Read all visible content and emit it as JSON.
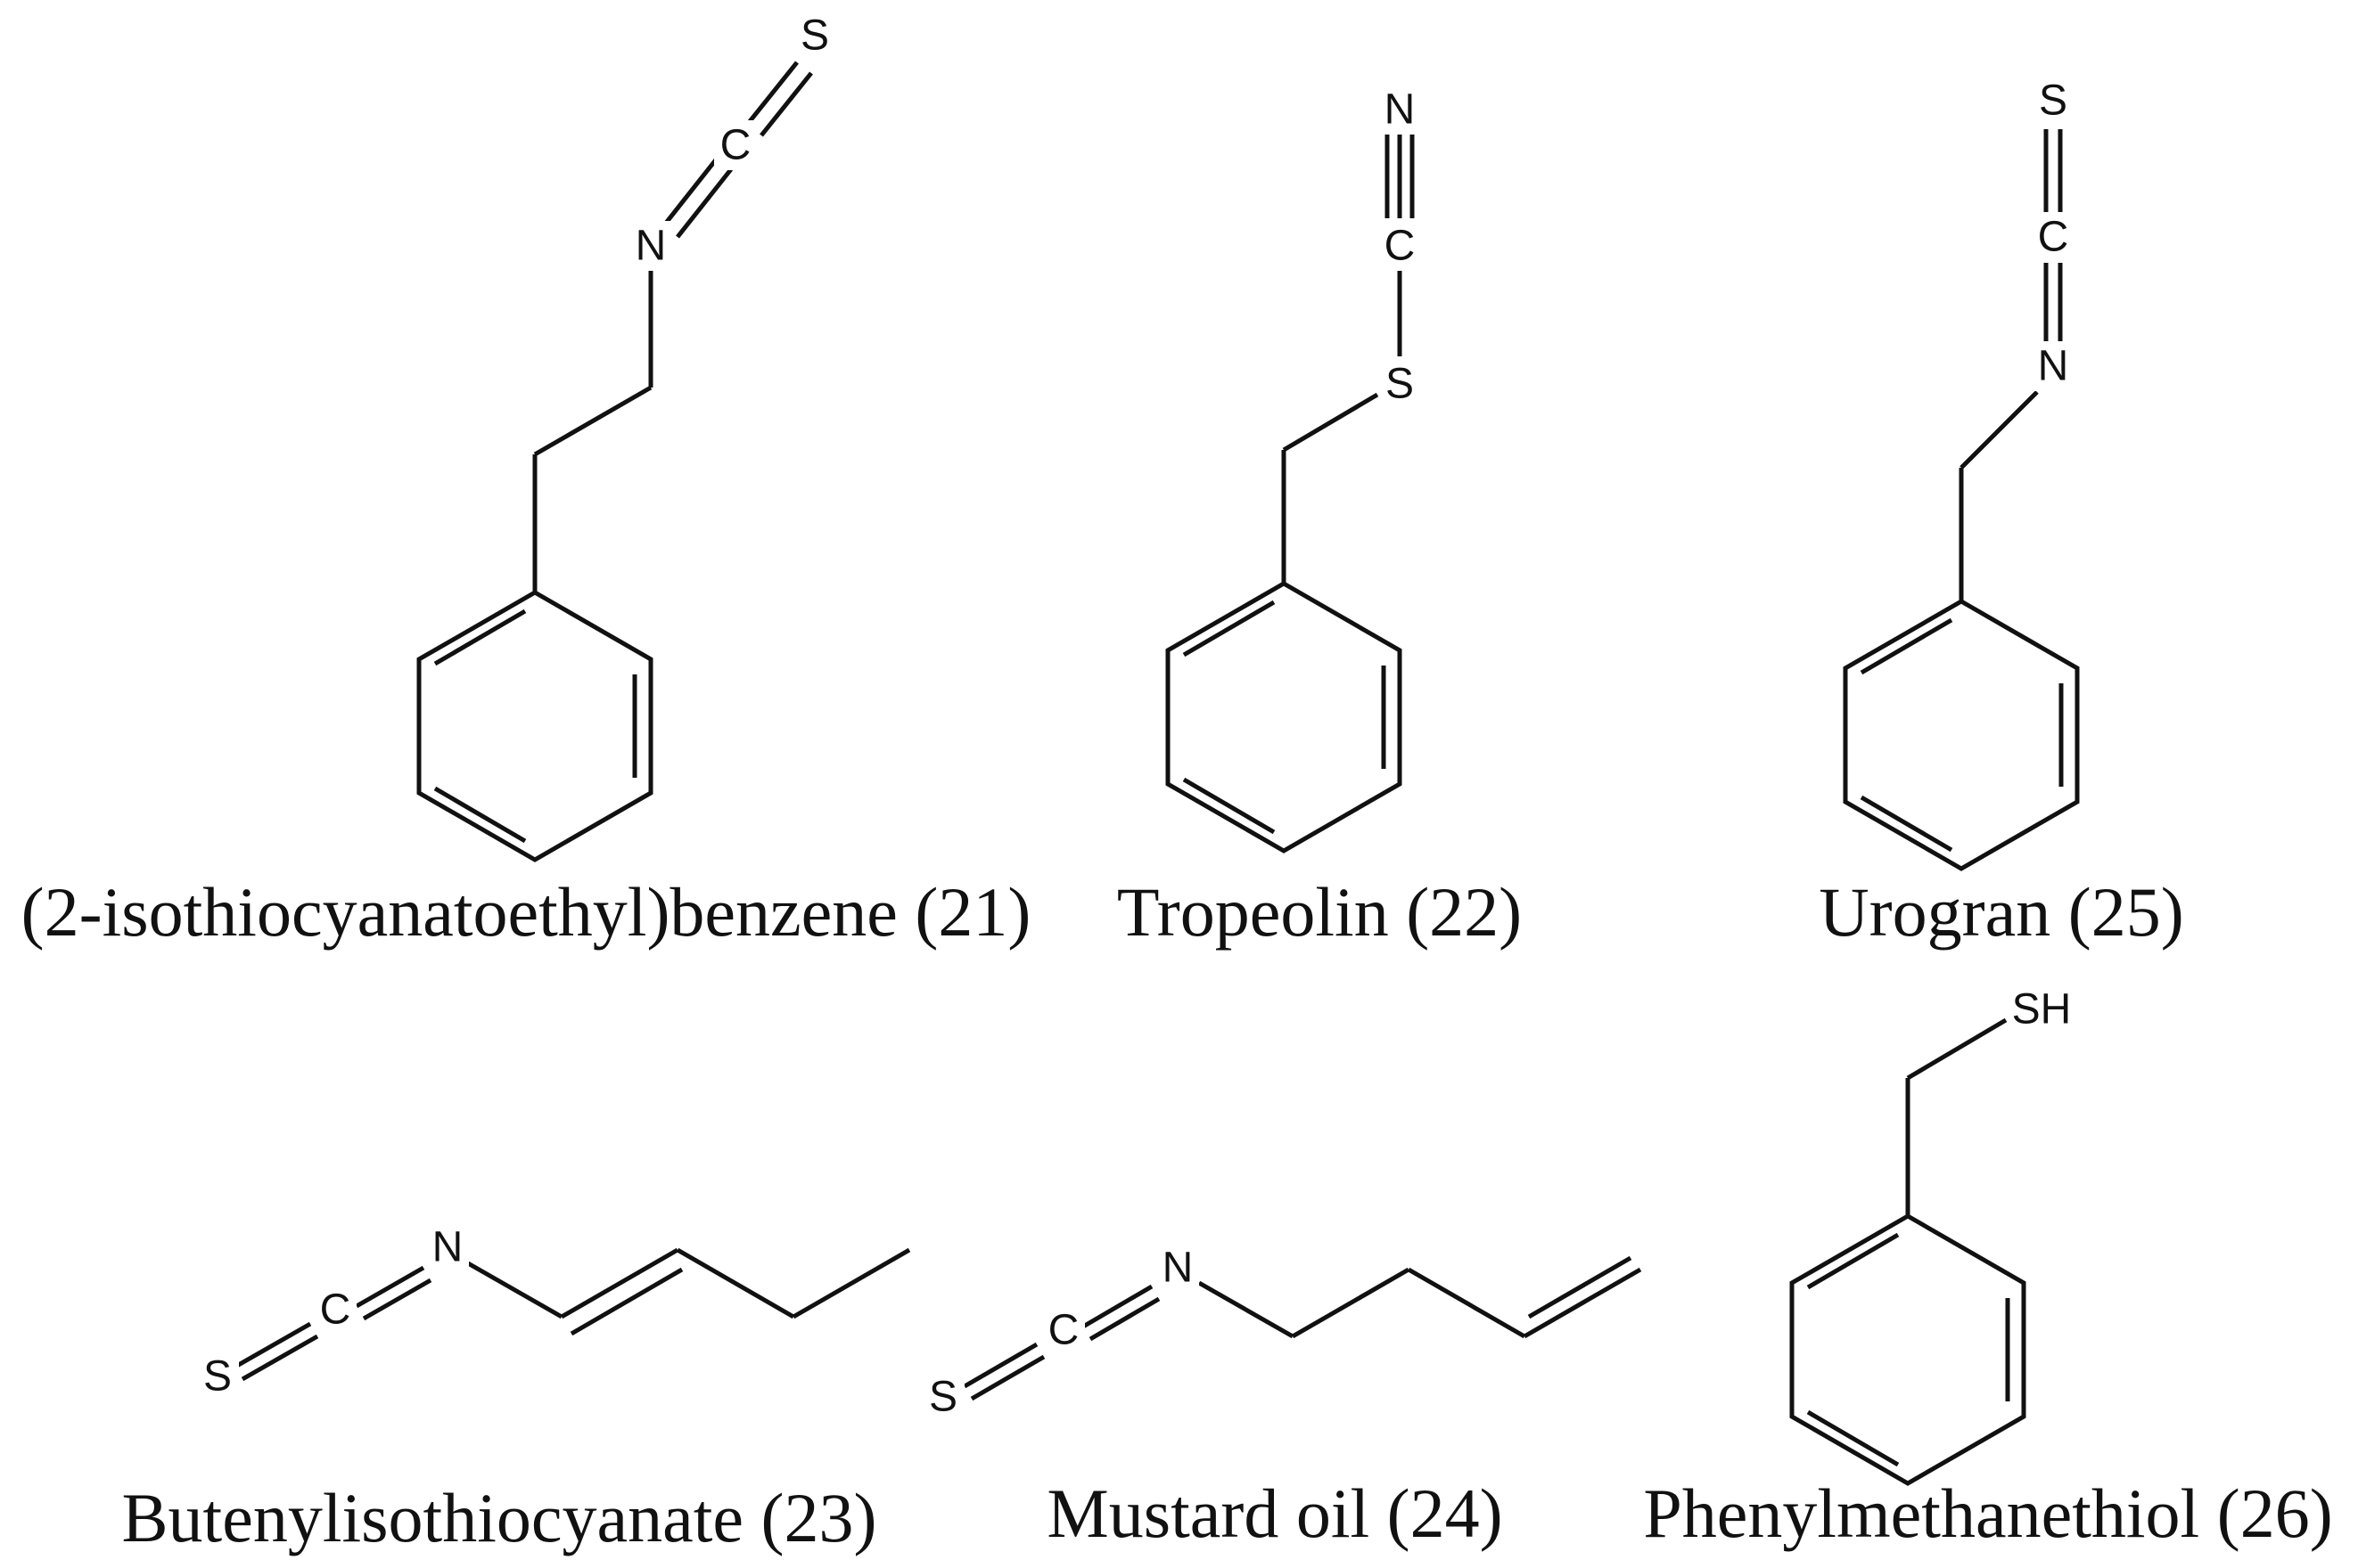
{
  "figure": {
    "background": "#ffffff",
    "ink": "#111111"
  },
  "compounds": [
    {
      "id": "c21",
      "caption": "(2-isothiocyanatoethyl)benzene (21)",
      "atoms": {
        "s": "S",
        "c": "C",
        "n": "N"
      }
    },
    {
      "id": "c22",
      "caption": "Tropeolin (22)",
      "atoms": {
        "n": "N",
        "c": "C",
        "s": "S"
      }
    },
    {
      "id": "c25",
      "caption": "Urogran (25)",
      "atoms": {
        "s": "S",
        "c": "C",
        "n": "N"
      }
    },
    {
      "id": "c23",
      "caption": "Butenylisothiocyanate (23)",
      "atoms": {
        "s": "S",
        "c": "C",
        "n": "N"
      }
    },
    {
      "id": "c24",
      "caption": "Mustard oil (24)",
      "atoms": {
        "s": "S",
        "c": "C",
        "n": "N"
      }
    },
    {
      "id": "c26",
      "caption": "Phenylmethanethiol (26)",
      "atoms": {
        "sh": "SH"
      }
    }
  ]
}
